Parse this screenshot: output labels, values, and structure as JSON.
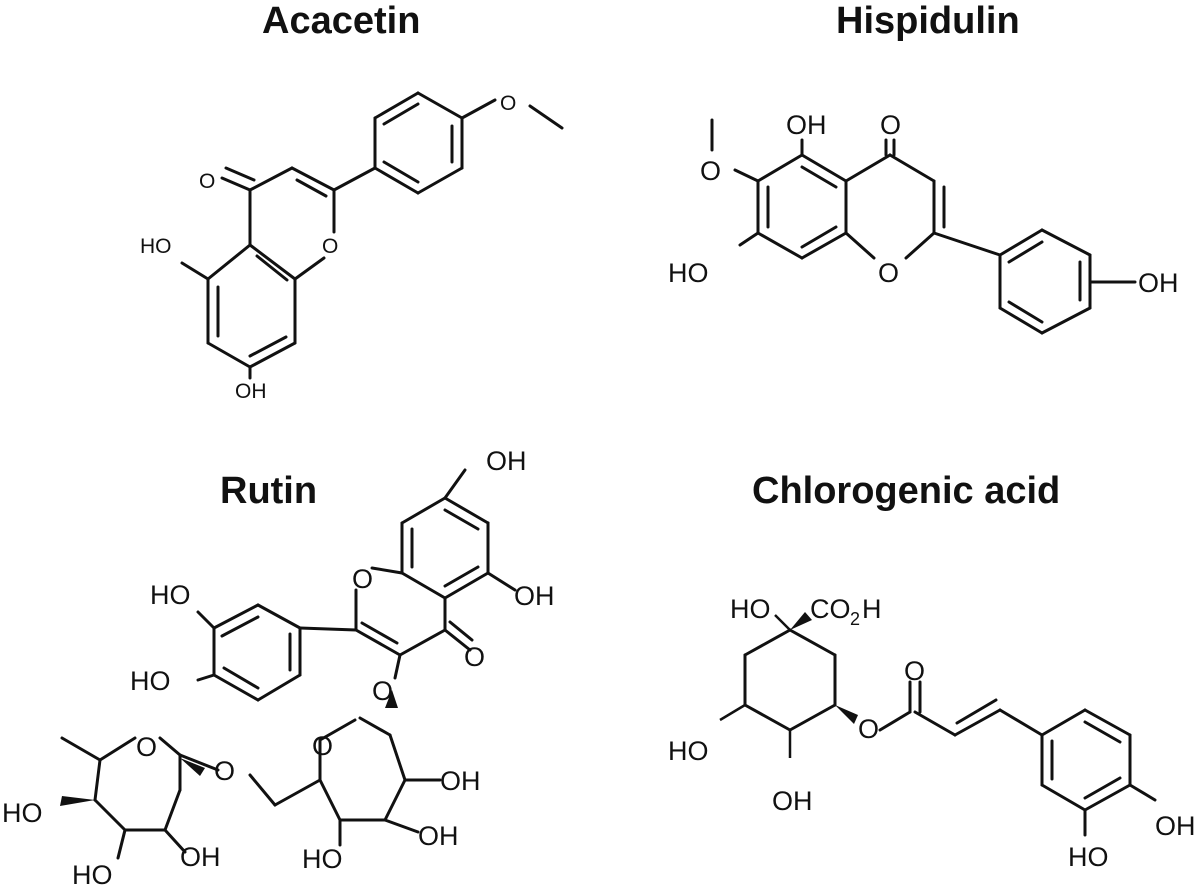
{
  "compounds": {
    "acacetin": {
      "name": "Acacetin"
    },
    "hispidulin": {
      "name": "Hispidulin"
    },
    "rutin": {
      "name": "Rutin"
    },
    "chlorogenic_acid": {
      "name": "Chlorogenic acid"
    }
  },
  "atom_labels": {
    "O": "O",
    "OH": "OH",
    "HO": "HO",
    "CO2H_main": "CO",
    "CO2H_sub": "2",
    "CO2H_H": "H"
  }
}
